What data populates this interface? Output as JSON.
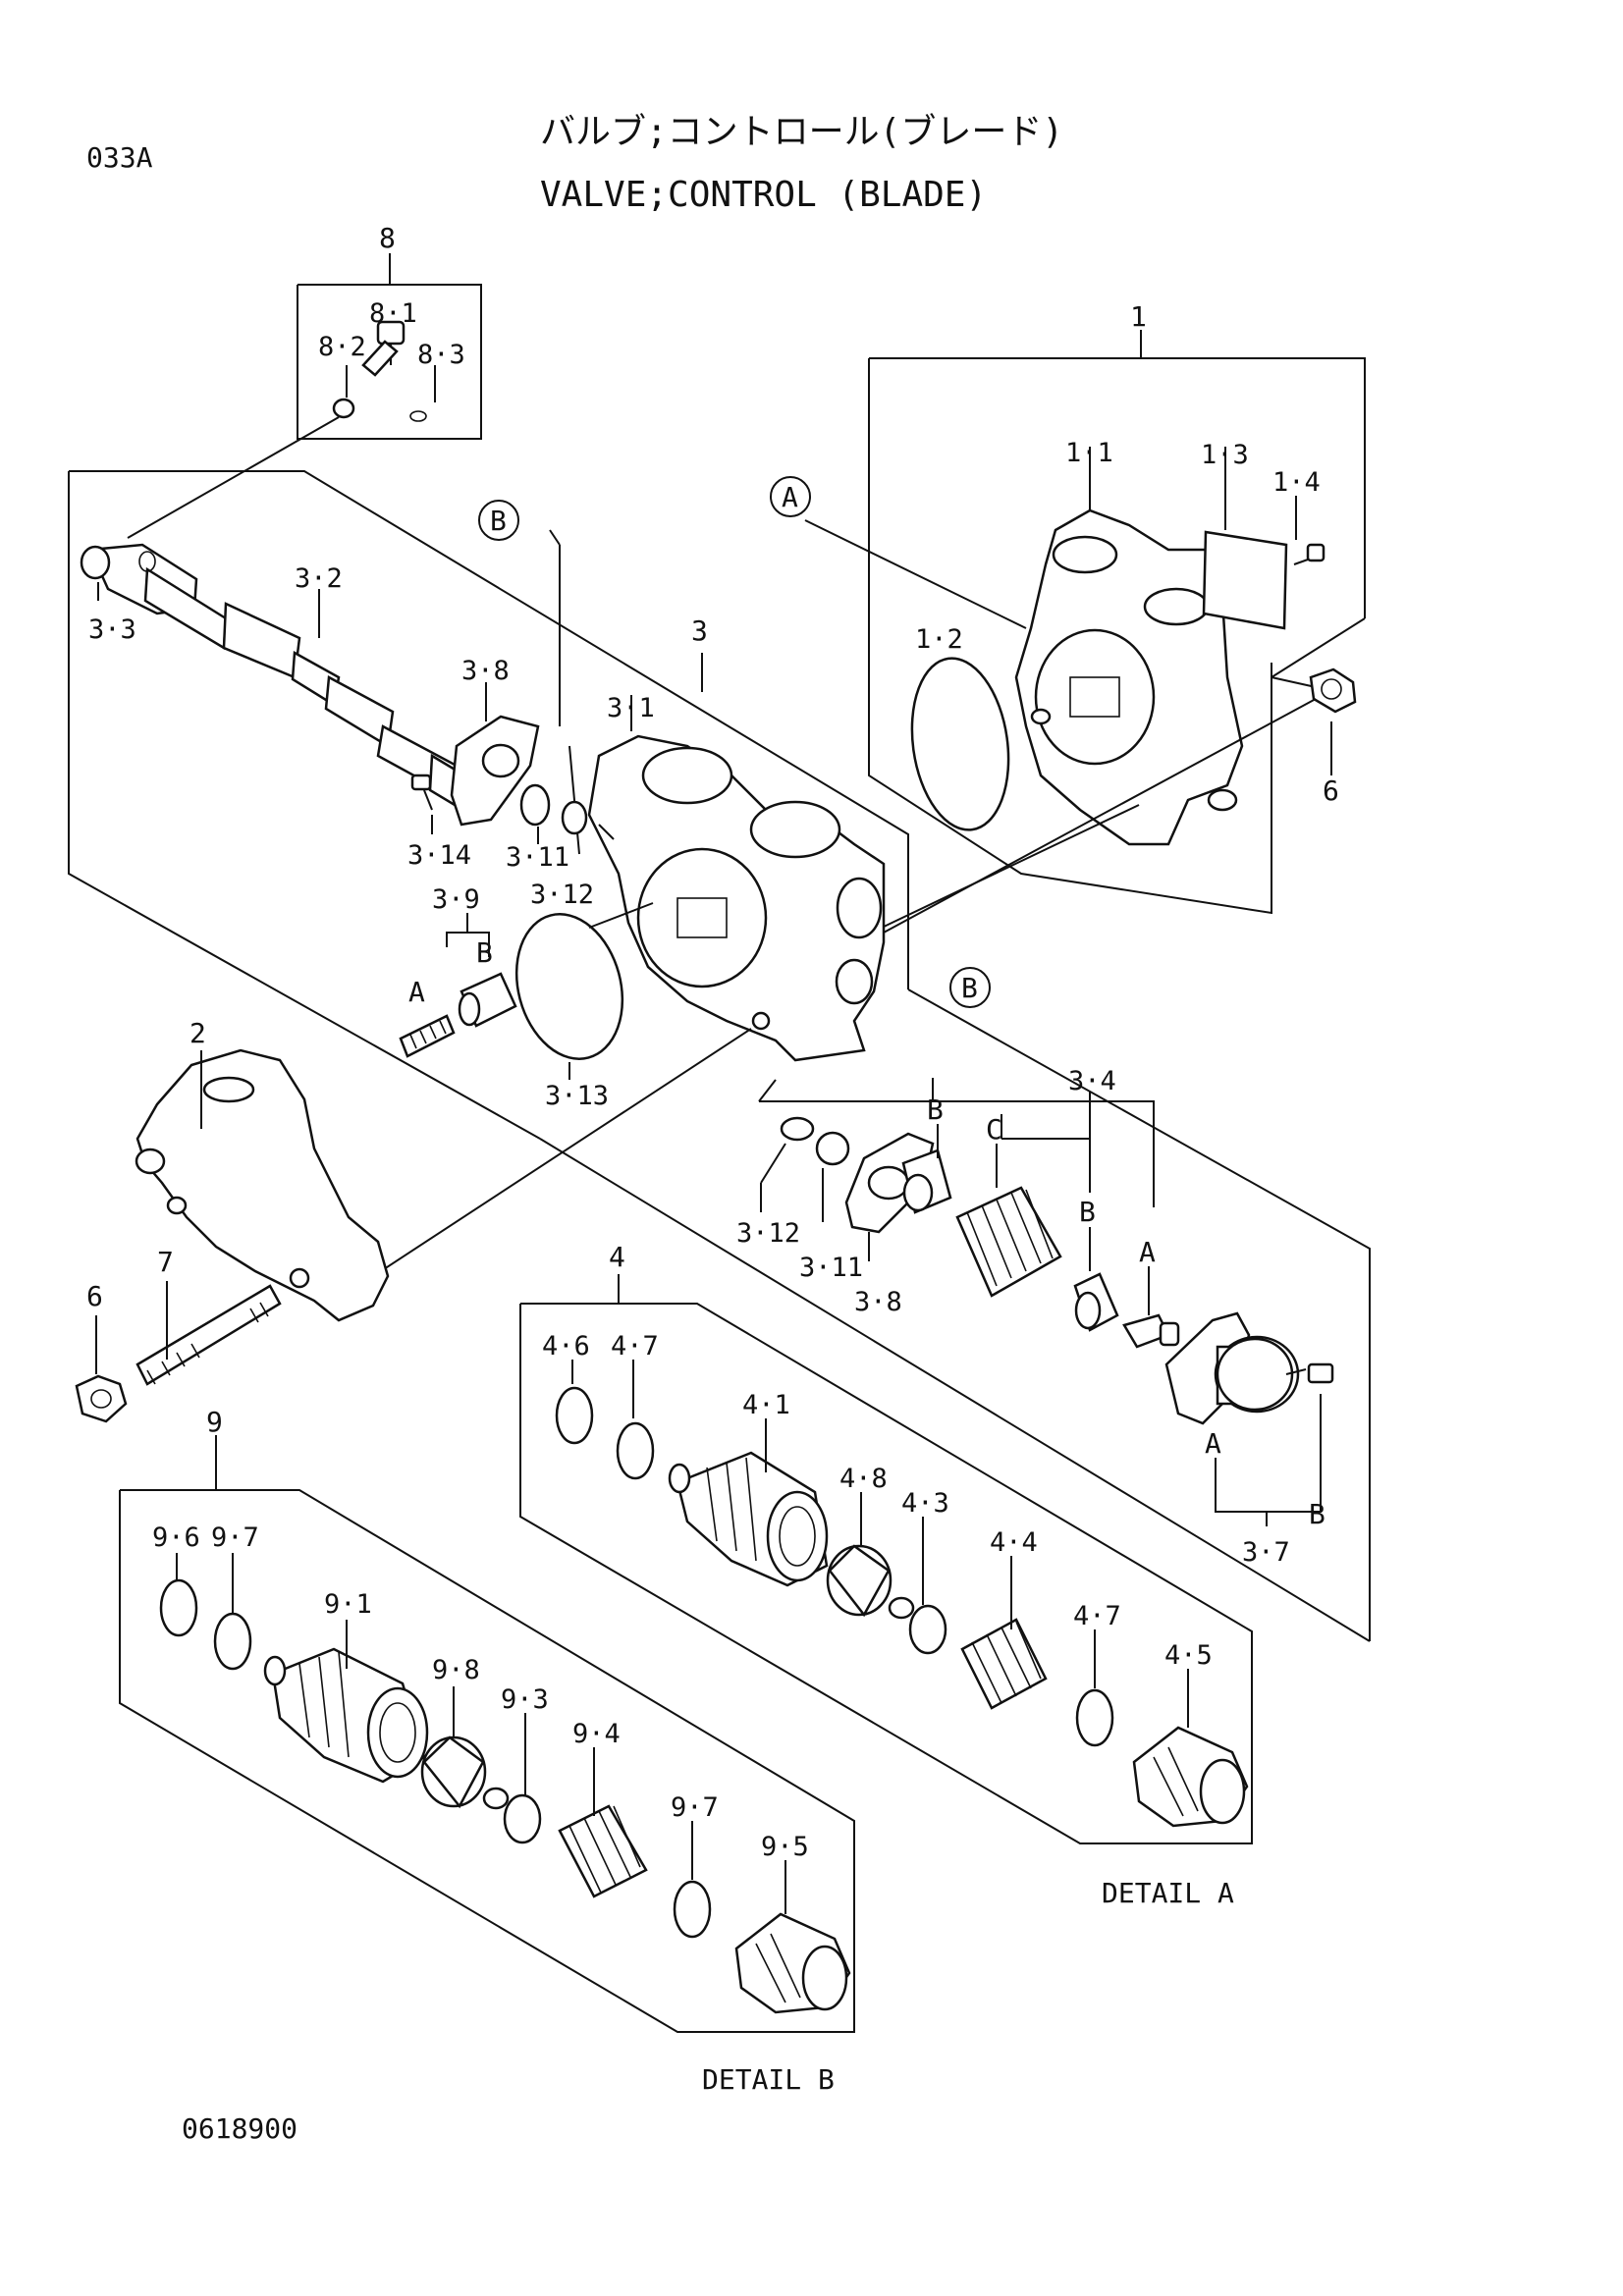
{
  "header": {
    "code": "033A",
    "title_jp": "バルブ;コントロール(ブレード)",
    "title_en": "VALVE;CONTROL (BLADE)"
  },
  "footer": {
    "code": "0618900"
  },
  "details": {
    "a": "DETAIL A",
    "b": "DETAIL B"
  },
  "callouts": {
    "a": "A",
    "b": "B"
  },
  "labels": {
    "p8": "8",
    "p8_1": "8·1",
    "p8_2": "8·2",
    "p8_3": "8·3",
    "p1": "1",
    "p1_1": "1·1",
    "p1_2": "1·2",
    "p1_3": "1·3",
    "p1_4": "1·4",
    "p6a": "6",
    "p6b": "6",
    "p3": "3",
    "p3_1": "3·1",
    "p3_2": "3·2",
    "p3_3": "3·3",
    "p3_8a": "3·8",
    "p3_8b": "3·8",
    "p3_14": "3·14",
    "p3_11a": "3·11",
    "p3_11b": "3·11",
    "p3_12a": "3·12",
    "p3_12b": "3·12",
    "p3_9": "3·9",
    "p3_13": "3·13",
    "p3_4": "3·4",
    "p3_7": "3·7",
    "p2": "2",
    "p7": "7",
    "p4": "4",
    "p4_1": "4·1",
    "p4_3": "4·3",
    "p4_4": "4·4",
    "p4_5": "4·5",
    "p4_6": "4·6",
    "p4_7a": "4·7",
    "p4_7b": "4·7",
    "p4_8": "4·8",
    "p9": "9",
    "p9_1": "9·1",
    "p9_3": "9·3",
    "p9_4": "9·4",
    "p9_5": "9·5",
    "p9_6": "9·6",
    "p9_7a": "9·7",
    "p9_7b": "9·7",
    "p9_8": "9·8",
    "letter_a1": "A",
    "letter_b1": "B",
    "letter_b2": "B",
    "letter_c": "C",
    "letter_b3": "B",
    "letter_a2": "A",
    "letter_a3": "A",
    "letter_b4": "B"
  }
}
